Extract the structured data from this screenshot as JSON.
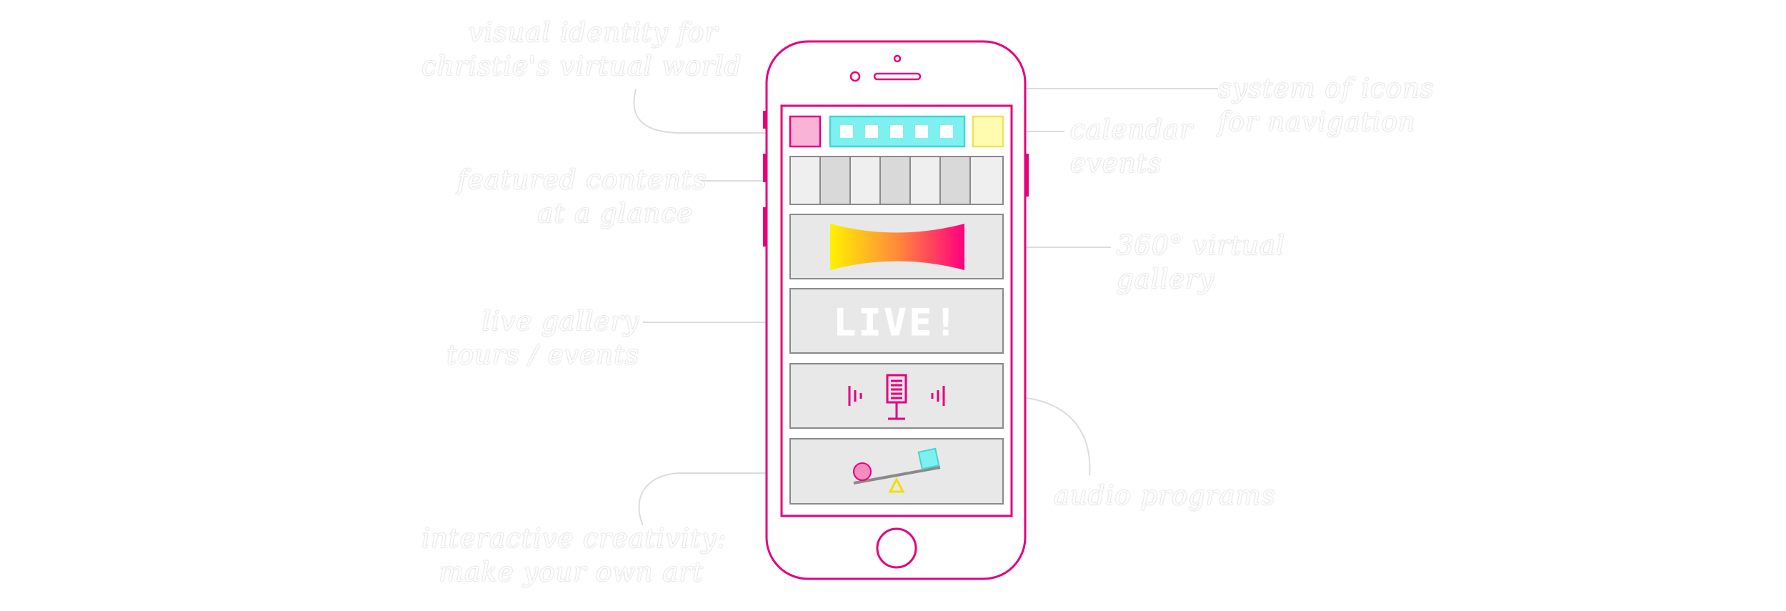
{
  "annotations": {
    "visual_identity": [
      "visual identity for",
      "christie's virtual world"
    ],
    "icon_system": [
      "system of icons",
      "for navigation"
    ],
    "calendar": [
      "calendar",
      "events"
    ],
    "featured": [
      "featured contents",
      "at a glance"
    ],
    "gallery_360": [
      "360° virtual",
      "gallery"
    ],
    "live_tours": [
      "live gallery",
      "tours / events"
    ],
    "audio": [
      "audio programs"
    ],
    "interactive": [
      "interactive creativity:",
      "make your own art"
    ]
  },
  "screen": {
    "live_label": "LIVE!"
  },
  "colors": {
    "phone_outline": "#e5007e",
    "tile_fill": "#e8e8e8",
    "tile_stroke": "#8a8a8a",
    "logo_pink": "#f9b3d6",
    "nav_cyan": "#7ff0f0",
    "calendar_yellow": "#fffcb0",
    "gradient_start": "#fff200",
    "gradient_end": "#ff0080",
    "leader_line": "#dcdcdc"
  },
  "icons": [
    "home-button",
    "speaker",
    "camera",
    "microphone-icon",
    "seesaw-icon"
  ]
}
